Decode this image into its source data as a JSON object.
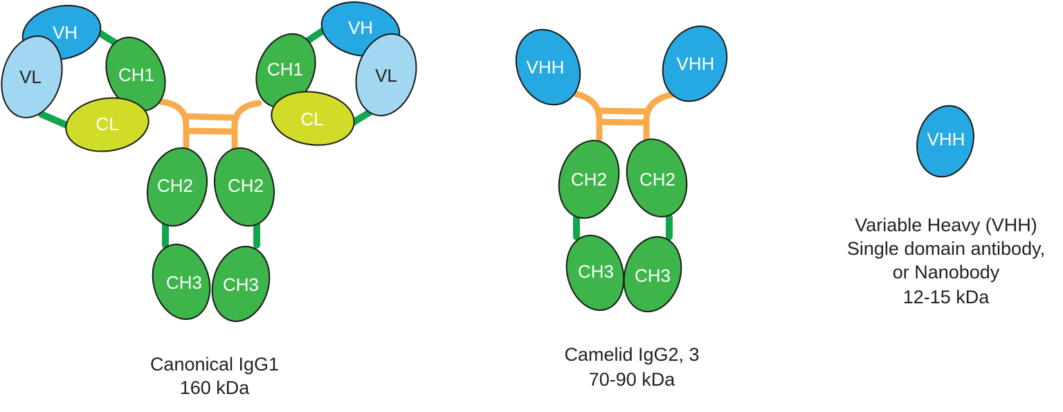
{
  "colors": {
    "domain_blue": "#26A9E2",
    "domain_light_blue": "#A2D7F2",
    "domain_green": "#3DB54A",
    "domain_yellow_green": "#D0DC28",
    "hinge_orange": "#F8AB4C",
    "linker_green": "#12A64D",
    "label_white": "#FFFFFF",
    "text_black": "#231F20"
  },
  "antibodies": {
    "canonical": {
      "labels": {
        "vh": "VH",
        "vl": "VL",
        "ch1": "CH1",
        "cl": "CL",
        "ch2": "CH2",
        "ch3": "CH3"
      },
      "caption": {
        "line1": "Canonical IgG1",
        "line2": "160 kDa"
      }
    },
    "camelid": {
      "labels": {
        "vhh": "VHH",
        "ch2": "CH2",
        "ch3": "CH3"
      },
      "caption": {
        "line1": "Camelid IgG2, 3",
        "line2": "70-90 kDa"
      }
    },
    "nanobody": {
      "labels": {
        "vhh": "VHH"
      },
      "caption": {
        "line1": "Variable Heavy (VHH)",
        "line2": "Single domain antibody,",
        "line3": "or Nanobody",
        "line4": "12-15 kDa"
      }
    }
  }
}
